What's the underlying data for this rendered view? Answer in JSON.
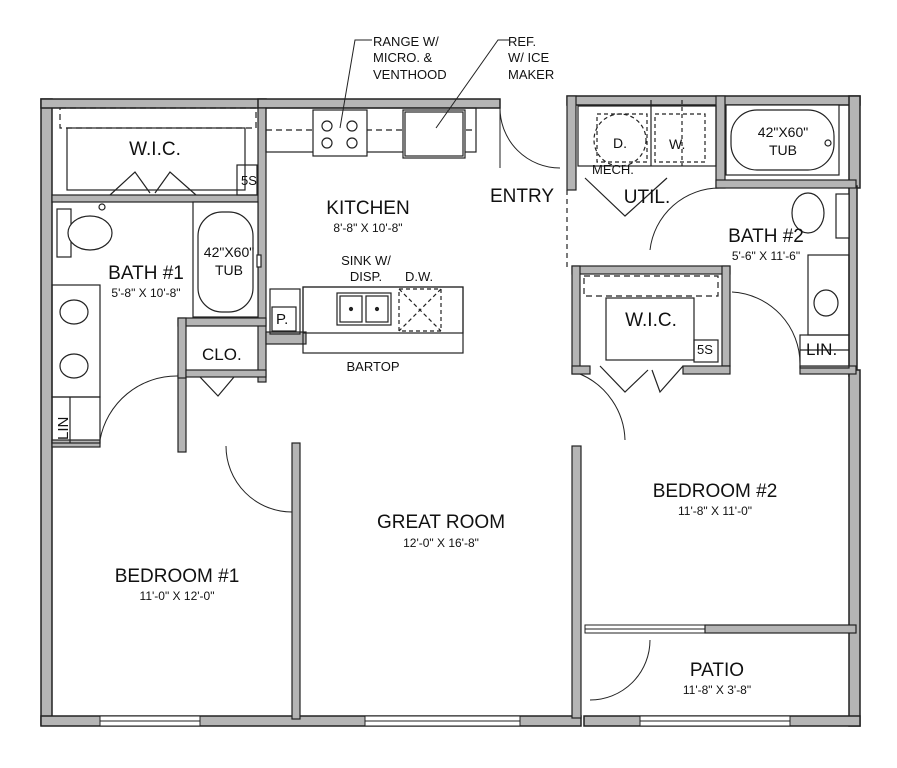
{
  "rooms": {
    "kitchen": {
      "name": "KITCHEN",
      "dim": "8'-8\" X 10'-8\""
    },
    "bath1": {
      "name": "BATH #1",
      "dim": "5'-8\" X 10'-8\""
    },
    "bath2": {
      "name": "BATH #2",
      "dim": "5'-6\" X 11'-6\""
    },
    "great_room": {
      "name": "GREAT ROOM",
      "dim": "12'-0\" X 16'-8\""
    },
    "bedroom1": {
      "name": "BEDROOM #1",
      "dim": "11'-0\" X 12'-0\""
    },
    "bedroom2": {
      "name": "BEDROOM #2",
      "dim": "11'-8\" X 11'-0\""
    },
    "patio": {
      "name": "PATIO",
      "dim": "11'-8\" X 3'-8\""
    },
    "entry": {
      "name": "ENTRY"
    },
    "util": {
      "name": "UTIL."
    },
    "wic1": {
      "name": "W.I.C."
    },
    "wic2": {
      "name": "W.I.C."
    },
    "clo": {
      "name": "CLO."
    }
  },
  "fixtures": {
    "tub1": "42\"X60\"\nTUB",
    "tub2": "42\"X60\"\nTUB",
    "shelf1": "5S",
    "shelf2": "5S",
    "lin1": "LIN",
    "lin2": "LIN.",
    "pantry": "P.",
    "dryer": "D.",
    "washer": "W.",
    "mech": "MECH.",
    "sink": "SINK W/\nDISP.",
    "dishwasher": "D.W.",
    "bartop": "BARTOP"
  },
  "callouts": {
    "range": "RANGE W/\nMICRO. &\nVENTHOOD",
    "ref": "REF.\nW/ ICE\nMAKER"
  }
}
